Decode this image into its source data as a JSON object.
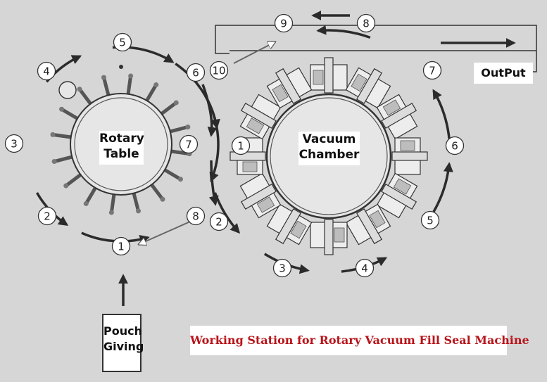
{
  "colors": {
    "paper": "#d6d6d6",
    "ink": "#2b2b2b",
    "caption": "#b8141a"
  },
  "rotary_table": {
    "label_line1": "Rotary",
    "label_line2": "Table",
    "stations": [
      "1",
      "2",
      "3",
      "4",
      "5",
      "6",
      "7",
      "8"
    ]
  },
  "vacuum_chamber": {
    "label_line1": "Vacuum",
    "label_line2": "Chamber",
    "stations": [
      "1",
      "2",
      "3",
      "4",
      "5",
      "6",
      "7",
      "8",
      "9",
      "10"
    ]
  },
  "output_label": "OutPut",
  "pouch_label_line1": "Pouch",
  "pouch_label_line2": "Giving",
  "caption": "Working Station for Rotary Vacuum Fill Seal Machine"
}
